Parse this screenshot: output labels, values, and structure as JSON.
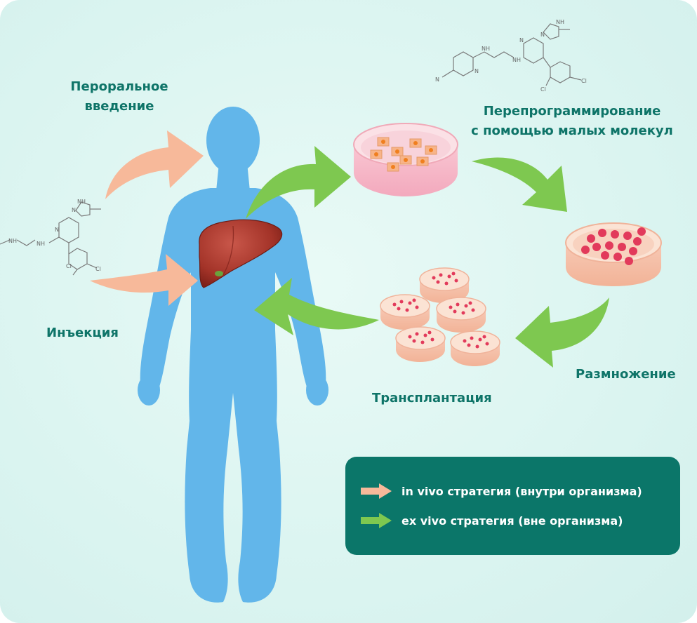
{
  "labels": {
    "oral_line1": "Пероральное",
    "oral_line2": "введение",
    "injection": "Инъекция",
    "reprog_line1": "Перепрограммирование",
    "reprog_line2": "с помощью малых молекул",
    "expansion": "Размножение",
    "transplant": "Трансплантация"
  },
  "legend": {
    "in_vivo": "in vivo стратегия (внутри организма)",
    "ex_vivo": "ex vivo стратегия (вне организма)"
  },
  "molecule": {
    "n_label": "N",
    "nh_label": "NH",
    "cl_label": "Cl"
  },
  "colors": {
    "background": "#dcf5f1",
    "label_text": "#0e7468",
    "in_vivo_arrow": "#f7b99a",
    "ex_vivo_arrow": "#7ec850",
    "legend_bg": "#0b7669",
    "body": "#62b6ea",
    "liver": "#a83a2c"
  }
}
